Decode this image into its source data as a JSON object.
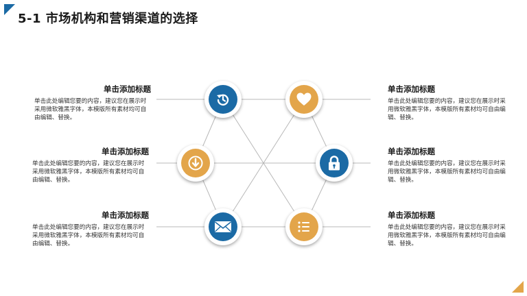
{
  "title": "5-1  市场机构和营销渠道的选择",
  "colors": {
    "blue": "#1b6aa5",
    "gold": "#e3a54a",
    "line": "#b8b8b8"
  },
  "items": [
    {
      "heading": "单击添加标题",
      "body": "单击此处编辑您要的内容，建议您在展示时采用微软雅黑字体，本模版所有素材均可自由编辑、替换。",
      "icon": "history-icon",
      "color": "blue"
    },
    {
      "heading": "单击添加标题",
      "body": "单击此处编辑您要的内容，建议您在展示时采用微软雅黑字体，本模版所有素材均可自由编辑、替换。",
      "icon": "download-icon",
      "color": "gold"
    },
    {
      "heading": "单击添加标题",
      "body": "单击此处编辑您要的内容，建议您在展示时采用微软雅黑字体，本模版所有素材均可自由编辑、替换。",
      "icon": "envelope-icon",
      "color": "blue"
    },
    {
      "heading": "单击添加标题",
      "body": "单击此处编辑您要的内容，建议您在展示时采用微软雅黑字体，本模版所有素材均可自由编辑、替换。",
      "icon": "heart-icon",
      "color": "gold"
    },
    {
      "heading": "单击添加标题",
      "body": "单击此处编辑您要的内容，建议您在展示时采用微软雅黑字体，本模版所有素材均可自由编辑、替换。",
      "icon": "lock-icon",
      "color": "blue"
    },
    {
      "heading": "单击添加标题",
      "body": "单击此处编辑您要的内容，建议您在展示时采用微软雅黑字体，本模版所有素材均可自由编辑、替换。",
      "icon": "list-icon",
      "color": "gold"
    }
  ]
}
